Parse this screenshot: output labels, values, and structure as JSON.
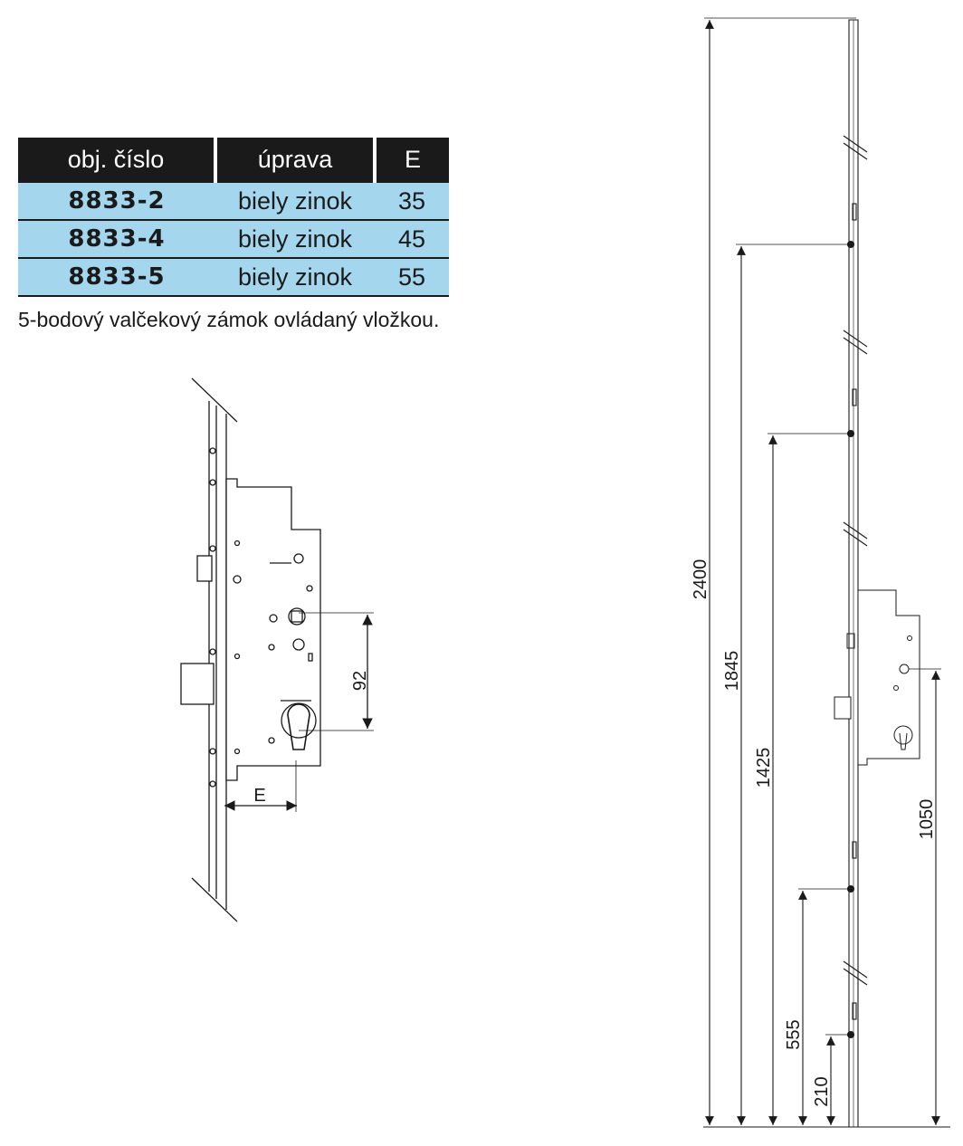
{
  "table": {
    "headers": [
      "obj. číslo",
      "úprava",
      "E"
    ],
    "rows": [
      {
        "code": "8833-2",
        "finish": "biely zinok",
        "e": "35"
      },
      {
        "code": "8833-4",
        "finish": "biely zinok",
        "e": "45"
      },
      {
        "code": "8833-5",
        "finish": "biely zinok",
        "e": "55"
      }
    ]
  },
  "caption": "5-bodový valčekový zámok ovládaný vložkou.",
  "detail_drawing": {
    "dim_92": "92",
    "dim_e": "E"
  },
  "overview_drawing": {
    "dim_2400": "2400",
    "dim_1845": "1845",
    "dim_1425": "1425",
    "dim_1050": "1050",
    "dim_555": "555",
    "dim_210": "210"
  }
}
